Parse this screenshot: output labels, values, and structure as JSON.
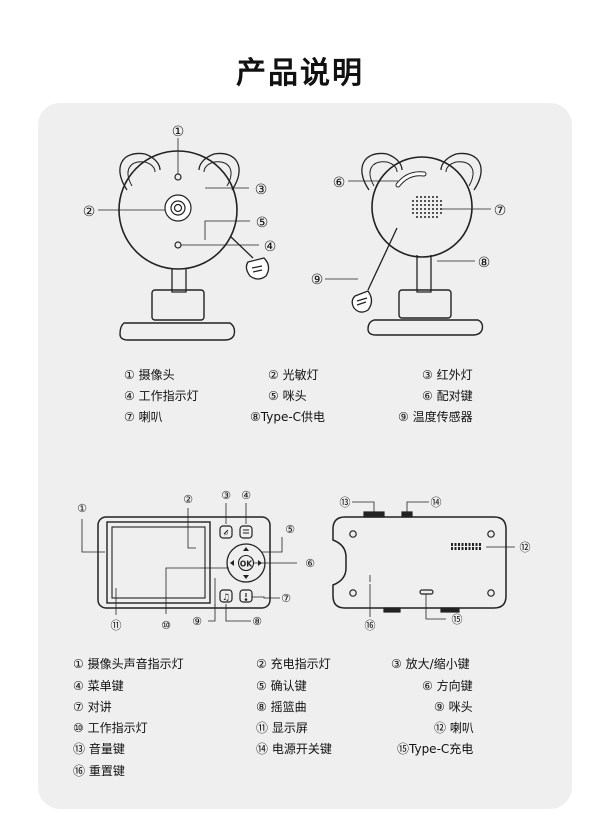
{
  "title": "产品说明",
  "camera_callouts": [
    "①",
    "②",
    "③",
    "⑤",
    "④",
    "⑥",
    "⑦",
    "⑧",
    "⑨"
  ],
  "camera_legend": [
    "① 摄像头",
    "② 光敏灯",
    "③ 红外灯",
    "④ 工作指示灯",
    "⑤ 咪头",
    "⑥ 配对键",
    "⑦ 喇叭",
    "⑧Type-C供电",
    "⑨ 温度传感器"
  ],
  "monitor_callouts": [
    "①",
    "②",
    "③",
    "④",
    "⑤",
    "⑥",
    "⑦",
    "⑧",
    "⑨",
    "⑩",
    "⑪",
    "⑫",
    "⑬",
    "⑭",
    "⑮",
    "⑯"
  ],
  "monitor_buttons": {
    "ok": "OK"
  },
  "monitor_legend": [
    "① 摄像头声音指示灯",
    "② 充电指示灯",
    "③ 放大/缩小键",
    "④ 菜单键",
    "⑤ 确认键",
    "⑥ 方向键",
    "⑦ 对讲",
    "⑧ 摇篮曲",
    "⑨ 咪头",
    "⑩ 工作指示灯",
    "⑪ 显示屏",
    "⑫ 喇叭",
    "⑬ 音量键",
    "⑭ 电源开关键",
    "⑮Type-C充电",
    "⑯ 重置键"
  ]
}
